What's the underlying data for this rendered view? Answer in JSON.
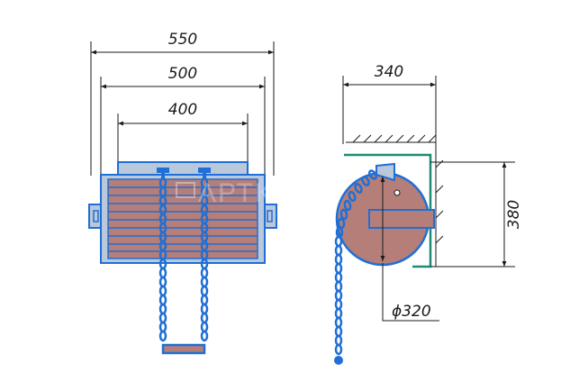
{
  "drawing": {
    "watermark": "АРТКАМ",
    "front_view": {
      "dimensions": [
        "550",
        "500",
        "400"
      ]
    },
    "side_view": {
      "dimensions": {
        "depth": "340",
        "height": "380",
        "diameter": "ϕ320"
      }
    },
    "colors": {
      "outline": "#1f6fd6",
      "frame_fill": "#b9c8da",
      "slat_fill": "#b67e78",
      "wall": "#1f8a76",
      "dimension_line": "#1a1a1a"
    }
  }
}
